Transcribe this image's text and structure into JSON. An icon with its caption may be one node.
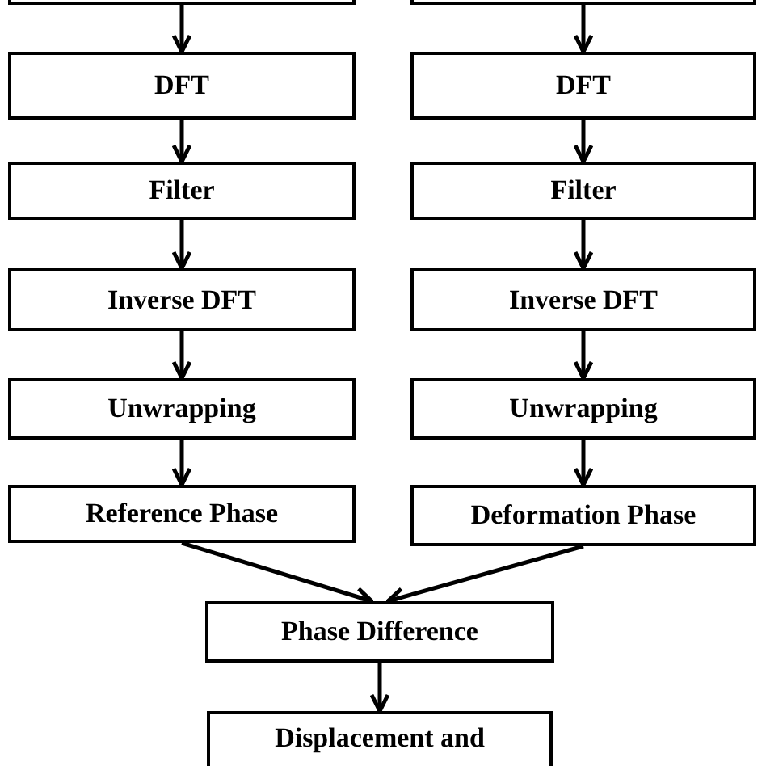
{
  "diagram": {
    "nodes": [
      {
        "text": [],
        "shape": "box"
      },
      {
        "text": [
          "DFT"
        ]
      },
      {
        "text": [
          "Filter"
        ]
      },
      {
        "text": [
          "Inverse DFT"
        ]
      },
      {
        "text": [
          "Unwrapping"
        ]
      },
      {
        "text": [
          "Reference Phase"
        ]
      },
      {
        "text": [],
        "shape": "box"
      },
      {
        "text": [
          "DFT"
        ]
      },
      {
        "text": [
          "Filter"
        ]
      },
      {
        "text": [
          "Inverse DFT"
        ]
      },
      {
        "text": [
          "Unwrapping"
        ]
      },
      {
        "text": [
          "Deformation Phase"
        ]
      },
      {
        "text": [
          "Phase Difference"
        ]
      },
      {
        "text": [
          "Displacement and"
        ]
      }
    ],
    "edges": [
      {
        "from": 0,
        "to": 1,
        "arrow": "to"
      },
      {
        "from": 1,
        "to": 2,
        "arrow": "to"
      },
      {
        "from": 2,
        "to": 3,
        "arrow": "to"
      },
      {
        "from": 3,
        "to": 4,
        "arrow": "to"
      },
      {
        "from": 4,
        "to": 5,
        "arrow": "to"
      },
      {
        "from": 6,
        "to": 7,
        "arrow": "to"
      },
      {
        "from": 7,
        "to": 8,
        "arrow": "to"
      },
      {
        "from": 8,
        "to": 9,
        "arrow": "to"
      },
      {
        "from": 9,
        "to": 10,
        "arrow": "to"
      },
      {
        "from": 10,
        "to": 11,
        "arrow": "to"
      },
      {
        "from": 5,
        "to": 12,
        "arrow": "to"
      },
      {
        "from": 11,
        "to": 12,
        "arrow": "to"
      },
      {
        "from": 12,
        "to": 13,
        "arrow": "to"
      }
    ]
  }
}
